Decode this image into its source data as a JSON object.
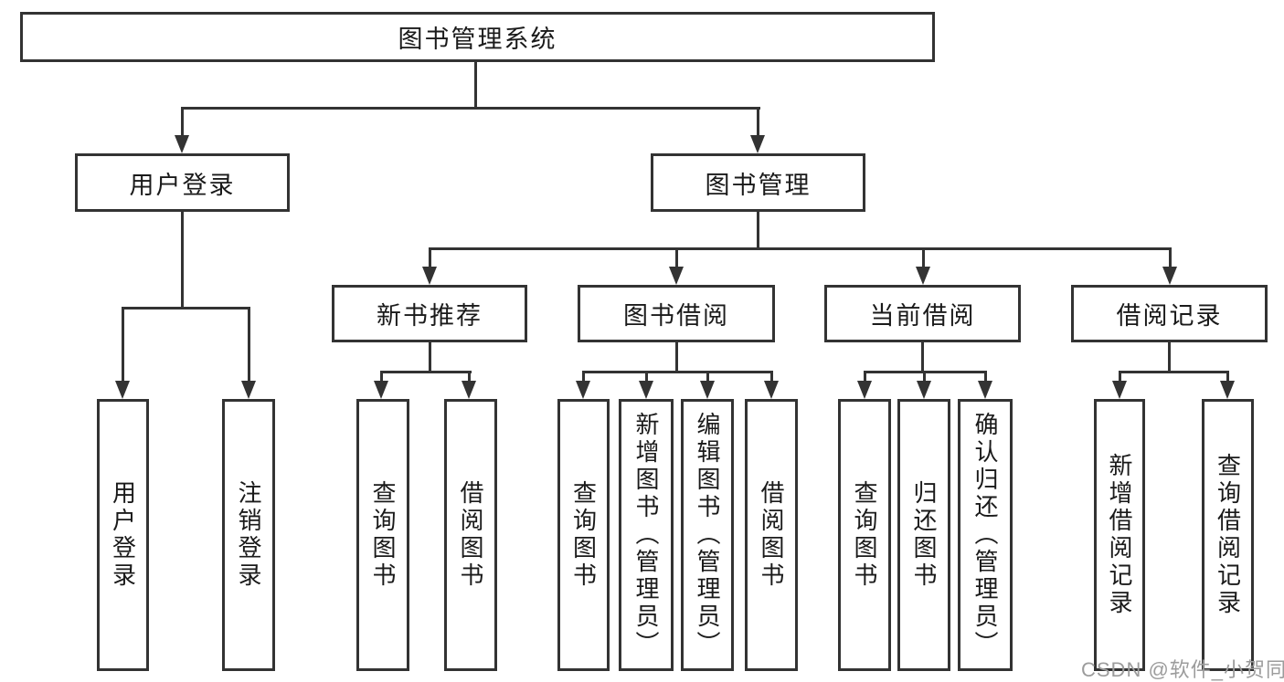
{
  "diagram": {
    "root": {
      "label": "图书管理系统"
    },
    "level2": [
      {
        "label": "用户登录"
      },
      {
        "label": "图书管理"
      }
    ],
    "level3": [
      {
        "label": "新书推荐"
      },
      {
        "label": "图书借阅"
      },
      {
        "label": "当前借阅"
      },
      {
        "label": "借阅记录"
      }
    ],
    "leaves": [
      {
        "label": "用户登录"
      },
      {
        "label": "注销登录"
      },
      {
        "label": "查询图书"
      },
      {
        "label": "借阅图书"
      },
      {
        "label": "查询图书"
      },
      {
        "label": "新增图书（管理员）"
      },
      {
        "label": "编辑图书（管理员）"
      },
      {
        "label": "借阅图书"
      },
      {
        "label": "查询图书"
      },
      {
        "label": "归还图书"
      },
      {
        "label": "确认归还（管理员）"
      },
      {
        "label": "新增借阅记录"
      },
      {
        "label": "查询借阅记录"
      }
    ],
    "watermark": "CSDN @软件_小贺同学",
    "colors": {
      "line": "#333333",
      "text": "#1a1a1a",
      "box_fill": "#ffffff",
      "background": "#ffffff",
      "watermark": "#9c9c9c"
    }
  }
}
